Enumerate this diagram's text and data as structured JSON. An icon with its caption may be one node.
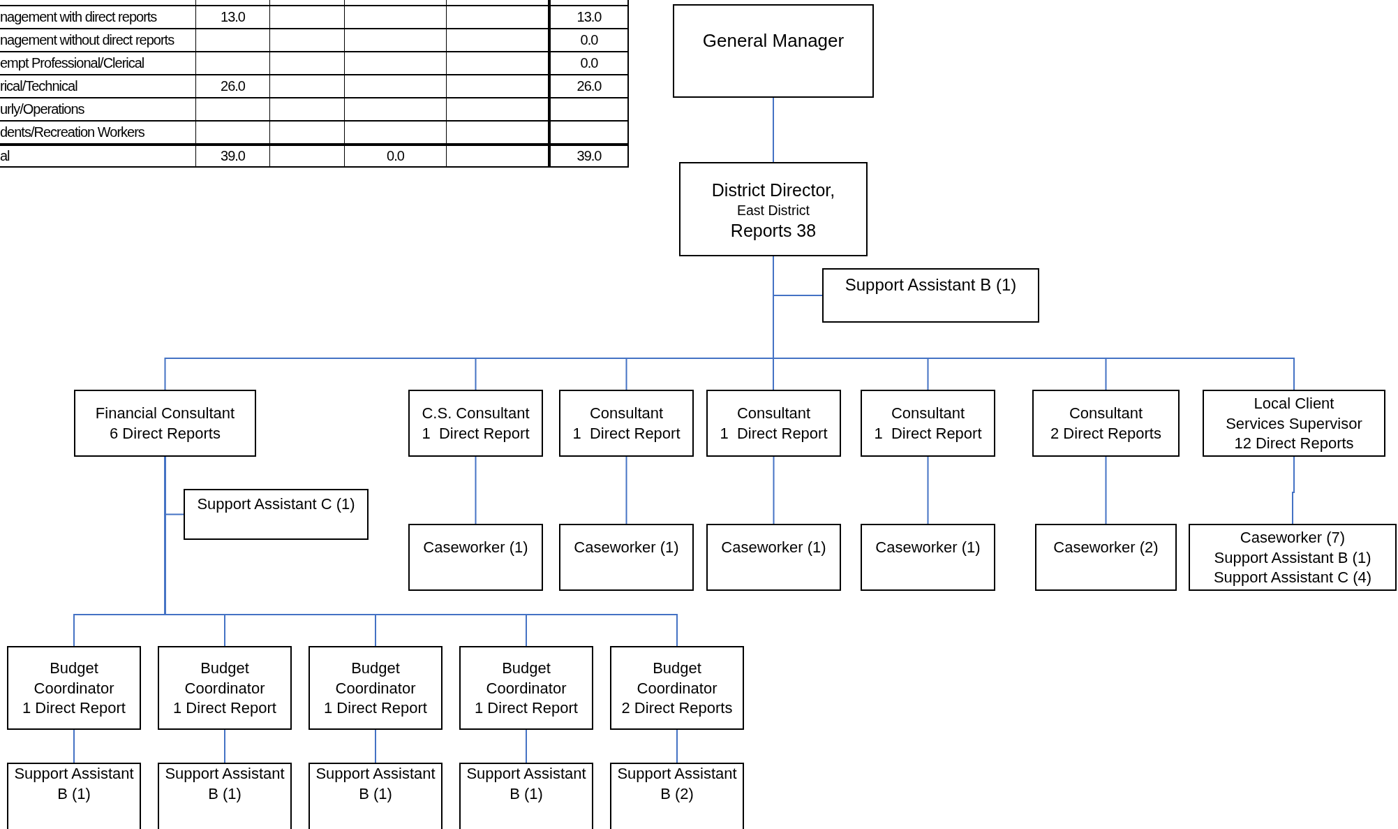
{
  "diagram": {
    "nodes": [
      {
        "text": [
          "General Manager"
        ]
      },
      {
        "text": [
          "District Director,",
          "East District",
          "Reports 38"
        ]
      },
      {
        "text": [
          "Support Assistant B (1)"
        ]
      },
      {
        "text": [
          "Financial Consultant 6 Direct Reports"
        ]
      },
      {
        "text": [
          "C.S. Consultant 1  Direct Report"
        ]
      },
      {
        "text": [
          "Consultant 1  Direct Report"
        ]
      },
      {
        "text": [
          "Consultant 1  Direct Report"
        ]
      },
      {
        "text": [
          "Consultant 1  Direct Report"
        ]
      },
      {
        "text": [
          "Consultant 2 Direct Reports"
        ]
      },
      {
        "text": [
          "Local Client Services Supervisor 12 Direct Reports"
        ]
      },
      {
        "text": [
          "Support Assistant C (1)"
        ]
      },
      {
        "text": [
          "Caseworker (1)"
        ]
      },
      {
        "text": [
          "Caseworker (1)"
        ]
      },
      {
        "text": [
          "Caseworker (1)"
        ]
      },
      {
        "text": [
          "Caseworker (1)"
        ]
      },
      {
        "text": [
          "Caseworker (2)"
        ]
      },
      {
        "text": [
          "Caseworker (7) Support Assistant B (1) Support Assistant C (4)"
        ]
      },
      {
        "text": [
          "Budget Coordinator 1 Direct Report"
        ]
      },
      {
        "text": [
          "Budget Coordinator 1 Direct Report"
        ]
      },
      {
        "text": [
          "Budget Coordinator 1 Direct Report"
        ]
      },
      {
        "text": [
          "Budget Coordinator 1 Direct Report"
        ]
      },
      {
        "text": [
          "Budget Coordinator 2 Direct Reports"
        ]
      },
      {
        "text": [
          "Support Assistant B (1)"
        ]
      },
      {
        "text": [
          "Support Assistant B (1)"
        ]
      },
      {
        "text": [
          "Support Assistant B (1)"
        ]
      },
      {
        "text": [
          "Support Assistant B (1)"
        ]
      },
      {
        "text": [
          "Support Assistant B (2)"
        ]
      }
    ],
    "edges": [
      {
        "from": 0,
        "to": 1,
        "arrow": "none"
      },
      {
        "from": 1,
        "to": 2,
        "arrow": "none"
      },
      {
        "from": 1,
        "to": 3,
        "arrow": "none"
      },
      {
        "from": 1,
        "to": 4,
        "arrow": "none"
      },
      {
        "from": 1,
        "to": 5,
        "arrow": "none"
      },
      {
        "from": 1,
        "to": 6,
        "arrow": "none"
      },
      {
        "from": 1,
        "to": 7,
        "arrow": "none"
      },
      {
        "from": 1,
        "to": 8,
        "arrow": "none"
      },
      {
        "from": 1,
        "to": 9,
        "arrow": "none"
      },
      {
        "from": 3,
        "to": 10,
        "arrow": "none"
      },
      {
        "from": 4,
        "to": 11,
        "arrow": "none"
      },
      {
        "from": 5,
        "to": 12,
        "arrow": "none"
      },
      {
        "from": 6,
        "to": 13,
        "arrow": "none"
      },
      {
        "from": 7,
        "to": 14,
        "arrow": "none"
      },
      {
        "from": 8,
        "to": 15,
        "arrow": "none"
      },
      {
        "from": 9,
        "to": 16,
        "arrow": "none"
      },
      {
        "from": 3,
        "to": 17,
        "arrow": "none"
      },
      {
        "from": 3,
        "to": 18,
        "arrow": "none"
      },
      {
        "from": 3,
        "to": 19,
        "arrow": "none"
      },
      {
        "from": 3,
        "to": 20,
        "arrow": "none"
      },
      {
        "from": 3,
        "to": 21,
        "arrow": "none"
      },
      {
        "from": 17,
        "to": 22,
        "arrow": "none"
      },
      {
        "from": 18,
        "to": 23,
        "arrow": "none"
      },
      {
        "from": 19,
        "to": 24,
        "arrow": "none"
      },
      {
        "from": 20,
        "to": 25,
        "arrow": "none"
      },
      {
        "from": 21,
        "to": 26,
        "arrow": "none"
      }
    ],
    "labels": [
      "nagement with direct reports",
      "13.0",
      "13.0",
      "nagement without direct reports",
      "0.0",
      "empt Professional/Clerical",
      "0.0",
      "rical/Technical",
      "26.0",
      "26.0",
      "urly/Operations",
      "dents/Recreation Workers",
      "al",
      "39.0",
      "0.0",
      "39.0"
    ]
  }
}
